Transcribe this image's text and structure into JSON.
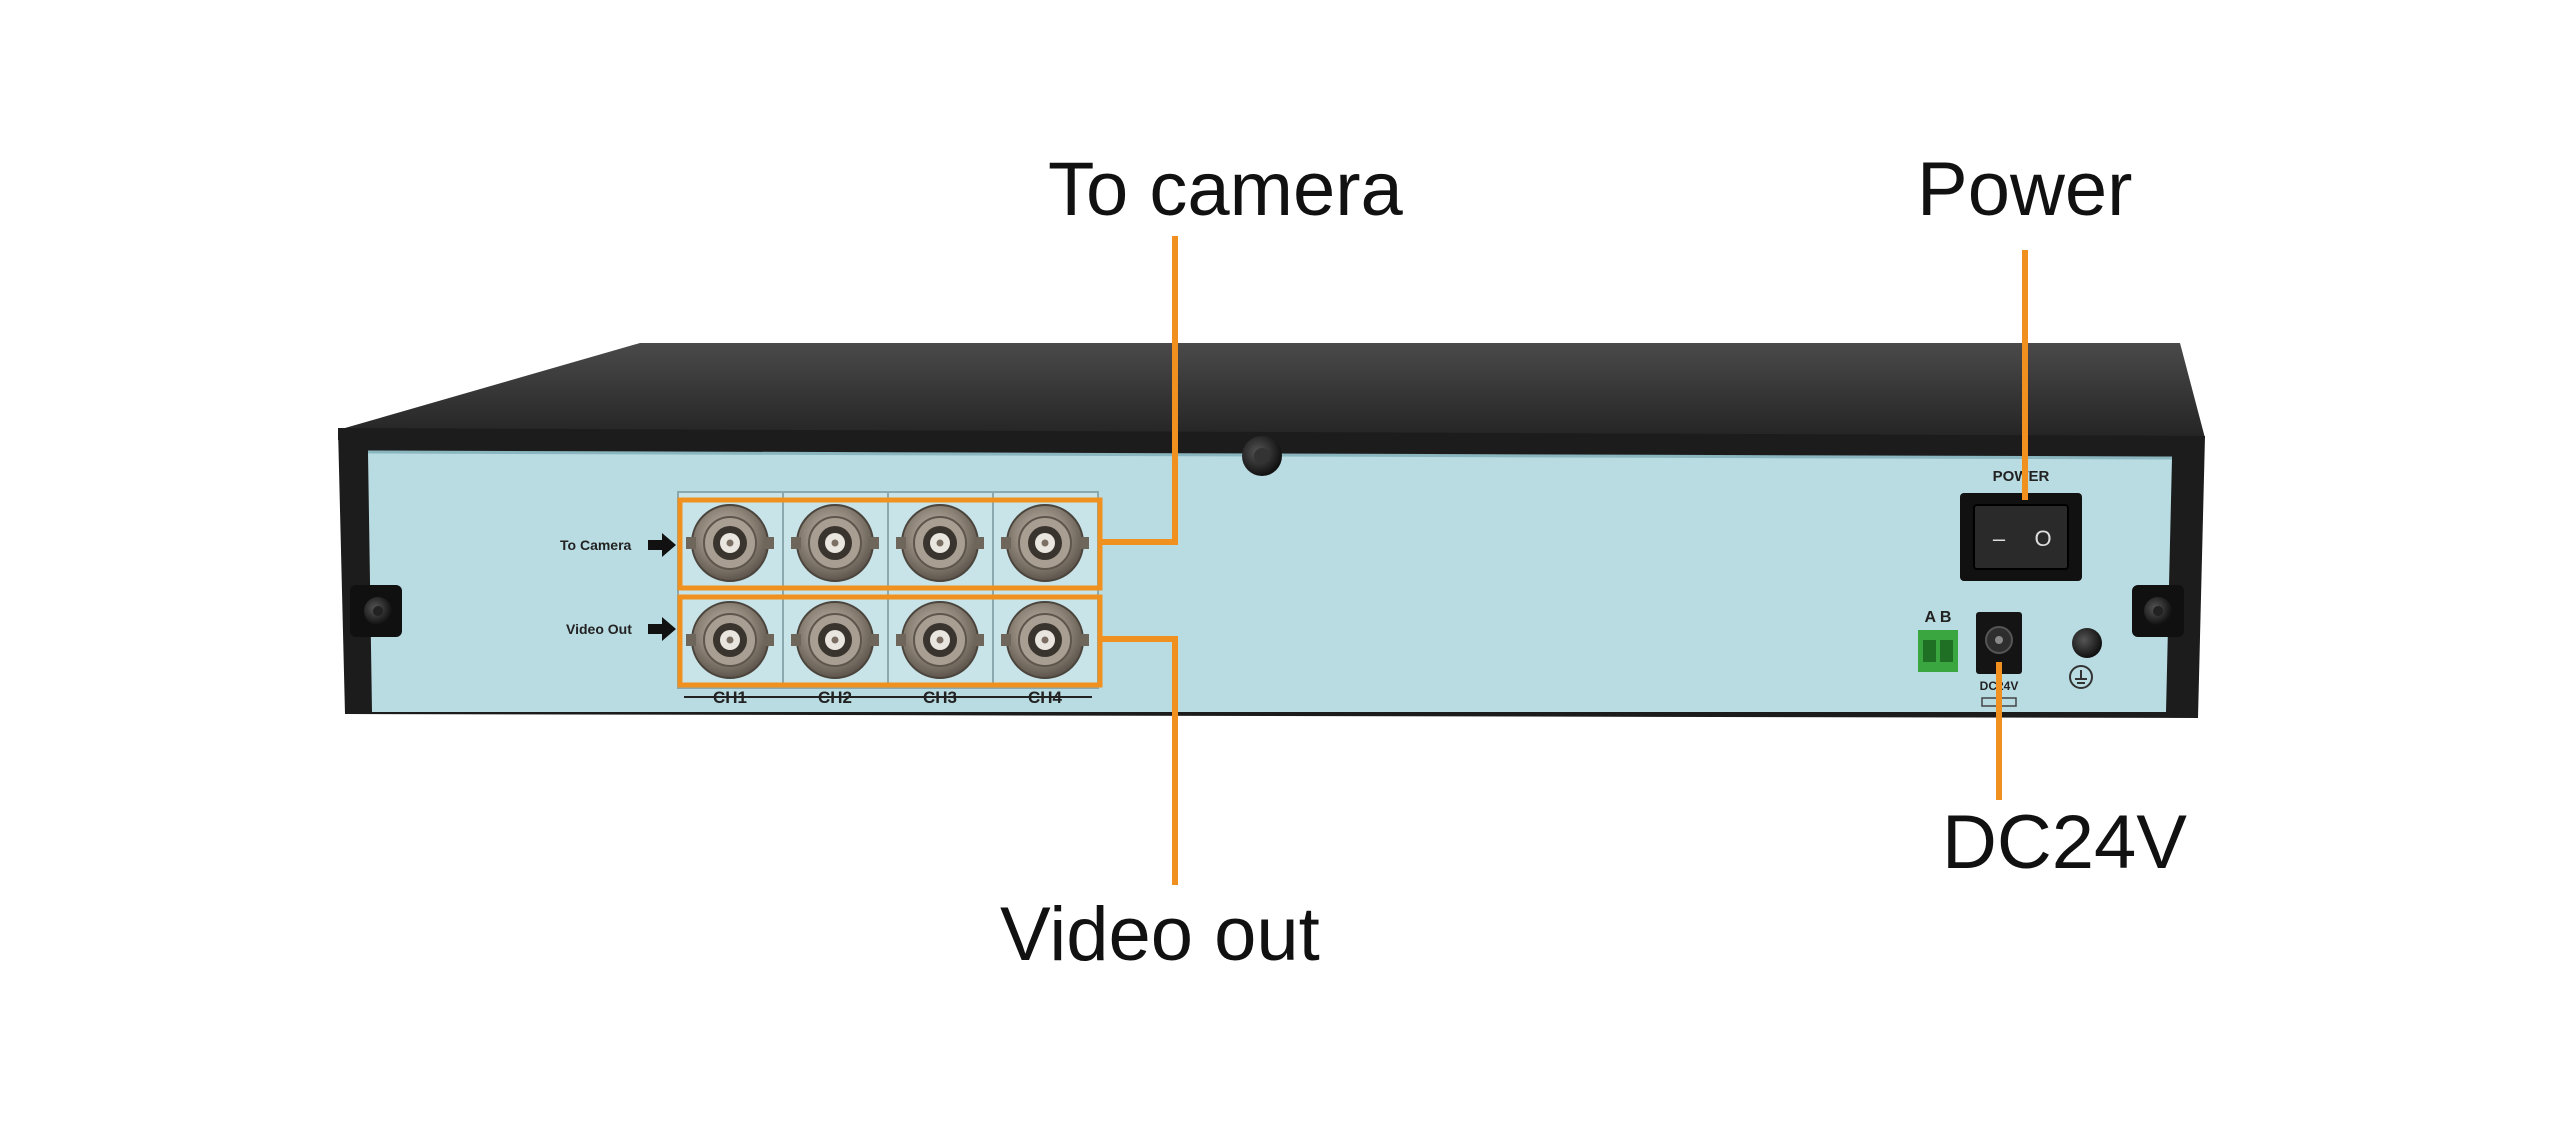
{
  "colors": {
    "accent": "#F0901E",
    "panel": "#B9DCE2",
    "chassis": "#1C1C1C",
    "background": "#FFFFFF"
  },
  "callouts": {
    "to_camera": "To camera",
    "power": "Power",
    "video_out": "Video out",
    "dc24v": "DC24V"
  },
  "panel_labels": {
    "to_camera": "To Camera",
    "video_out": "Video Out",
    "channels": [
      "CH1",
      "CH2",
      "CH3",
      "CH4"
    ],
    "power": "POWER",
    "switch_off": "–",
    "switch_on": "O",
    "terminal": "A B",
    "dc_jack": "DC24V"
  }
}
